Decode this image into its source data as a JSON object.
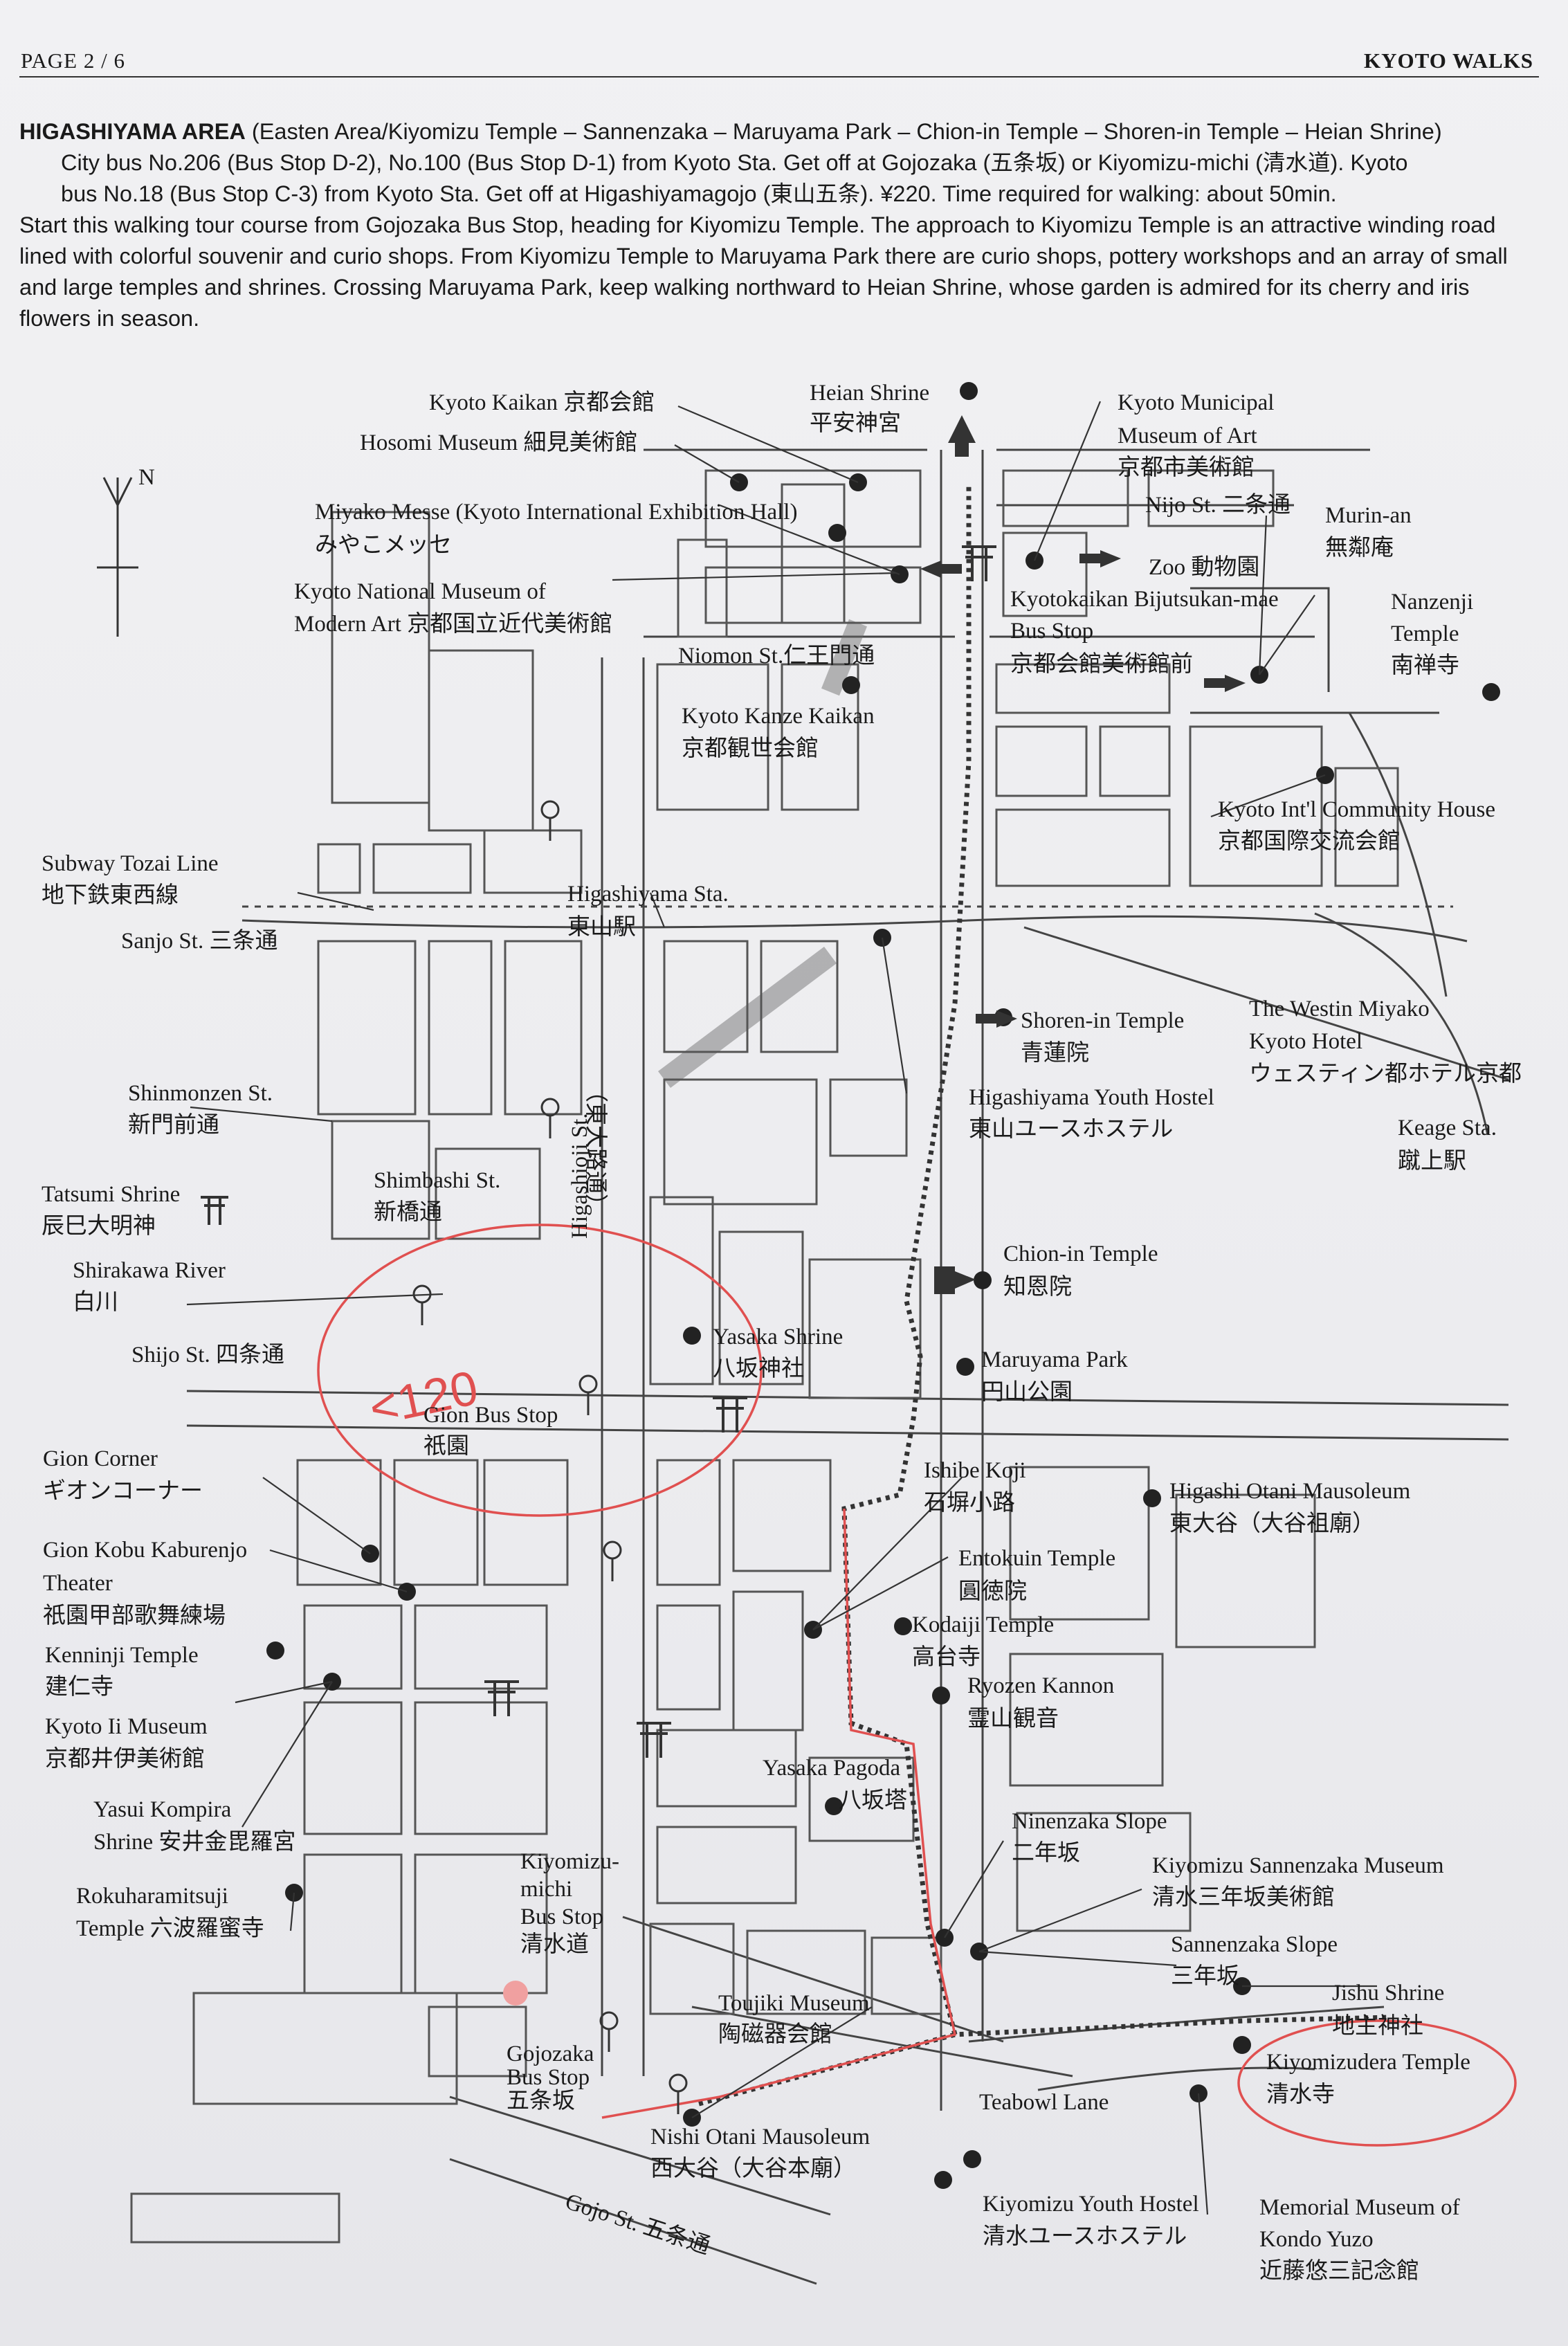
{
  "header": {
    "page": "PAGE 2 / 6",
    "title": "KYOTO WALKS"
  },
  "intro": {
    "title": "HIGASHIYAMA AREA",
    "subtitle": "(Easten Area/Kiyomizu Temple – Sannenzaka – Maruyama Park – Chion-in Temple – Shoren-in Temple – Heian Shrine)",
    "line2": "City bus No.206 (Bus Stop D-2), No.100 (Bus Stop D-1) from Kyoto Sta. Get off at Gojozaka (五条坂) or Kiyomizu-michi (清水道). Kyoto",
    "line3": "bus No.18 (Bus Stop C-3) from Kyoto Sta. Get off at Higashiyamagojo (東山五条). ¥220. Time required for walking: about 50min.",
    "body": "Start this walking tour course from Gojozaka Bus Stop, heading for Kiyomizu Temple. The approach to Kiyomizu Temple is an attractive winding road lined with colorful souvenir and curio shops. From Kiyomizu Temple to Maruyama Park there are curio shops, pottery workshops and an array of small and large temples and shrines. Crossing Maruyama Park, keep walking northward to Heian Shrine, whose garden is admired for its cherry and iris flowers in season."
  },
  "compass": "N",
  "handwriting": "<120",
  "places": [
    {
      "en": "Heian Shrine",
      "ja": "平安神宮"
    },
    {
      "en": "Kyoto Kaikan",
      "ja": "京都会館"
    },
    {
      "en": "Hosomi Museum",
      "ja": "細見美術館"
    },
    {
      "en": "Kyoto Municipal",
      "ja": ""
    },
    {
      "en": "Museum of Art",
      "ja": "京都市美術館"
    },
    {
      "en": "Nijo St.",
      "ja": "二条通"
    },
    {
      "en": "Murin-an",
      "ja": "無鄰庵"
    },
    {
      "en": "Miyako Messe (Kyoto International Exhibition Hall)",
      "ja": "みやこメッセ"
    },
    {
      "en": "Zoo",
      "ja": "動物園"
    },
    {
      "en": "Kyoto National Museum of",
      "ja": ""
    },
    {
      "en": "Modern Art",
      "ja": "京都国立近代美術館"
    },
    {
      "en": "Kyotokaikan Bijutsukan-mae",
      "ja": ""
    },
    {
      "en": "Bus Stop",
      "ja": "京都会館美術館前"
    },
    {
      "en": "Nanzenji",
      "ja": ""
    },
    {
      "en": "Temple",
      "ja": "南禅寺"
    },
    {
      "en": "Niomon St.",
      "ja": "仁王門通"
    },
    {
      "en": "Kyoto Kanze Kaikan",
      "ja": "京都観世会館"
    },
    {
      "en": "Kyoto Int'l Community House",
      "ja": "京都国際交流会館"
    },
    {
      "en": "Subway Tozai Line",
      "ja": "地下鉄東西線"
    },
    {
      "en": "Higashiyama Sta.",
      "ja": "東山駅"
    },
    {
      "en": "Sanjo St.",
      "ja": "三条通"
    },
    {
      "en": "Shoren-in Temple",
      "ja": "青蓮院"
    },
    {
      "en": "The Westin Miyako",
      "ja": ""
    },
    {
      "en": "Kyoto Hotel",
      "ja": "ウェスティン都ホテル京都"
    },
    {
      "en": "Higashiyama Youth Hostel",
      "ja": "東山ユースホステル"
    },
    {
      "en": "Shinmonzen St.",
      "ja": "新門前通"
    },
    {
      "en": "Keage Sta.",
      "ja": "蹴上駅"
    },
    {
      "en": "Shimbashi St.",
      "ja": "新橋通"
    },
    {
      "en": "Tatsumi Shrine",
      "ja": "辰巳大明神"
    },
    {
      "en": "Higashioji St.",
      "ja": "（東大路通）"
    },
    {
      "en": "Chion-in Temple",
      "ja": "知恩院"
    },
    {
      "en": "Shirakawa River",
      "ja": "白川"
    },
    {
      "en": "Yasaka Shrine",
      "ja": "八坂神社"
    },
    {
      "en": "Shijo St.",
      "ja": "四条通"
    },
    {
      "en": "Maruyama Park",
      "ja": "円山公園"
    },
    {
      "en": "Gion Bus Stop",
      "ja": "祇園"
    },
    {
      "en": "Gion Corner",
      "ja": "ギオンコーナー"
    },
    {
      "en": "Ishibe Koji",
      "ja": "石塀小路"
    },
    {
      "en": "Higashi Otani Mausoleum",
      "ja": "東大谷（大谷祖廟）"
    },
    {
      "en": "Gion Kobu Kaburenjo",
      "ja": ""
    },
    {
      "en": "Theater",
      "ja": "祇園甲部歌舞練場"
    },
    {
      "en": "Entokuin Temple",
      "ja": "圓徳院"
    },
    {
      "en": "Kodaiji Temple",
      "ja": "高台寺"
    },
    {
      "en": "Kenninji Temple",
      "ja": "建仁寺"
    },
    {
      "en": "Ryozen Kannon",
      "ja": "霊山観音"
    },
    {
      "en": "Kyoto Ii Museum",
      "ja": "京都井伊美術館"
    },
    {
      "en": "Yasaka Pagoda",
      "ja": "八坂塔"
    },
    {
      "en": "Yasui Kompira",
      "ja": ""
    },
    {
      "en": "Shrine",
      "ja": "安井金毘羅宮"
    },
    {
      "en": "Ninenzaka Slope",
      "ja": "二年坂"
    },
    {
      "en": "Kiyomizu-",
      "ja": ""
    },
    {
      "en": "michi",
      "ja": ""
    },
    {
      "en": "Bus Stop",
      "ja": "清水道"
    },
    {
      "en": "Kiyomizu Sannenzaka Museum",
      "ja": "清水三年坂美術館"
    },
    {
      "en": "Rokuharamitsuji",
      "ja": ""
    },
    {
      "en": "Temple",
      "ja": "六波羅蜜寺"
    },
    {
      "en": "Sannenzaka Slope",
      "ja": "三年坂"
    },
    {
      "en": "Toujiki Museum",
      "ja": "陶磁器会館"
    },
    {
      "en": "Jishu Shrine",
      "ja": "地主神社"
    },
    {
      "en": "Gojozaka",
      "ja": ""
    },
    {
      "en": "Bus Stop",
      "ja": "五条坂"
    },
    {
      "en": "Kiyomizudera Temple",
      "ja": "清水寺"
    },
    {
      "en": "Teabowl Lane",
      "ja": ""
    },
    {
      "en": "Nishi Otani Mausoleum",
      "ja": "西大谷（大谷本廟）"
    },
    {
      "en": "Kiyomizu Youth Hostel",
      "ja": "清水ユースホステル"
    },
    {
      "en": "Memorial Museum of",
      "ja": ""
    },
    {
      "en": "Kondo Yuzo",
      "ja": "近藤悠三記念館"
    },
    {
      "en": "Gojo St.",
      "ja": "五条通"
    }
  ]
}
